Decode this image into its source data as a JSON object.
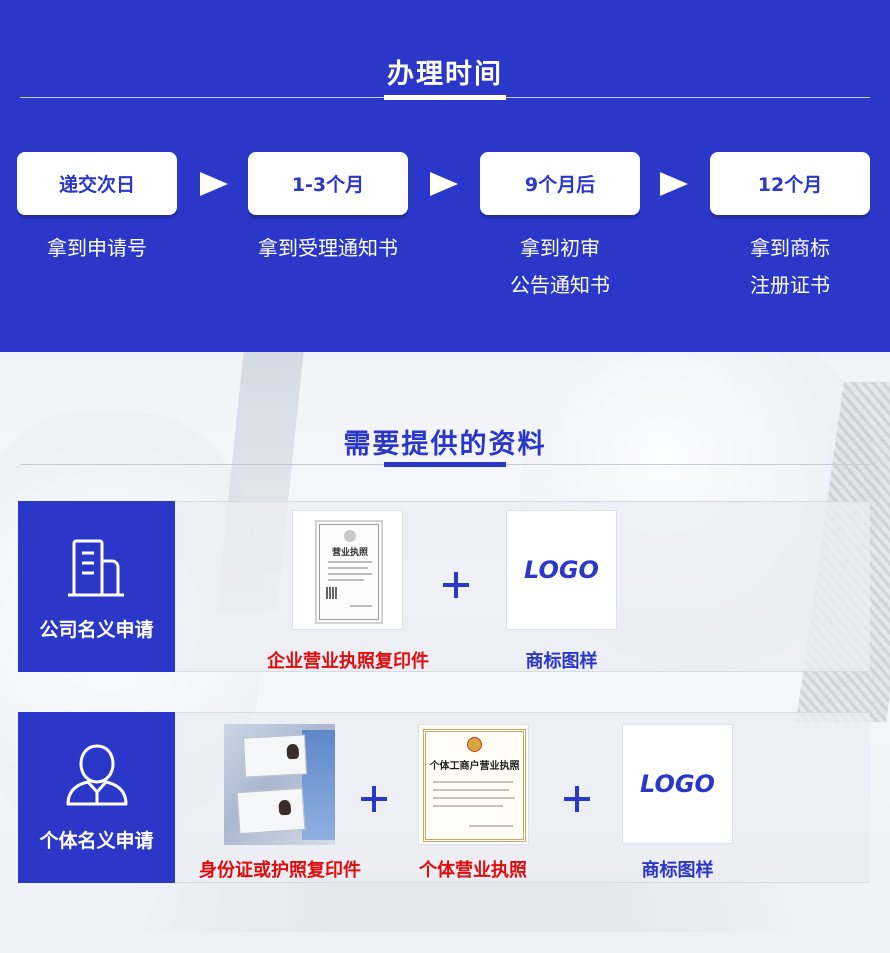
{
  "process": {
    "title": "办理时间",
    "steps": [
      {
        "time": "递交次日",
        "result_line1": "拿到申请号",
        "result_line2": ""
      },
      {
        "time": "1-3个月",
        "result_line1": "拿到受理通知书",
        "result_line2": ""
      },
      {
        "time": "9个月后",
        "result_line1": "拿到初审",
        "result_line2": "公告通知书"
      },
      {
        "time": "12个月",
        "result_line1": "拿到商标",
        "result_line2": "注册证书"
      }
    ]
  },
  "materials": {
    "title": "需要提供的资料",
    "company": {
      "label": "公司名义申请",
      "icon": "building-icon",
      "items": [
        {
          "caption": "企业营业执照复印件",
          "doc_title": "营业执照"
        },
        {
          "caption": "商标图样",
          "logo_text": "LOGO"
        }
      ]
    },
    "individual": {
      "label": "个体名义申请",
      "icon": "person-icon",
      "items": [
        {
          "caption": "身份证或护照复印件"
        },
        {
          "caption": "个体营业执照",
          "doc_title": "个体工商户营业执照"
        },
        {
          "caption": "商标图样",
          "logo_text": "LOGO"
        }
      ]
    }
  },
  "colors": {
    "brand_blue": "#2a37c9",
    "caption_red": "#e00b0b",
    "white": "#ffffff"
  }
}
